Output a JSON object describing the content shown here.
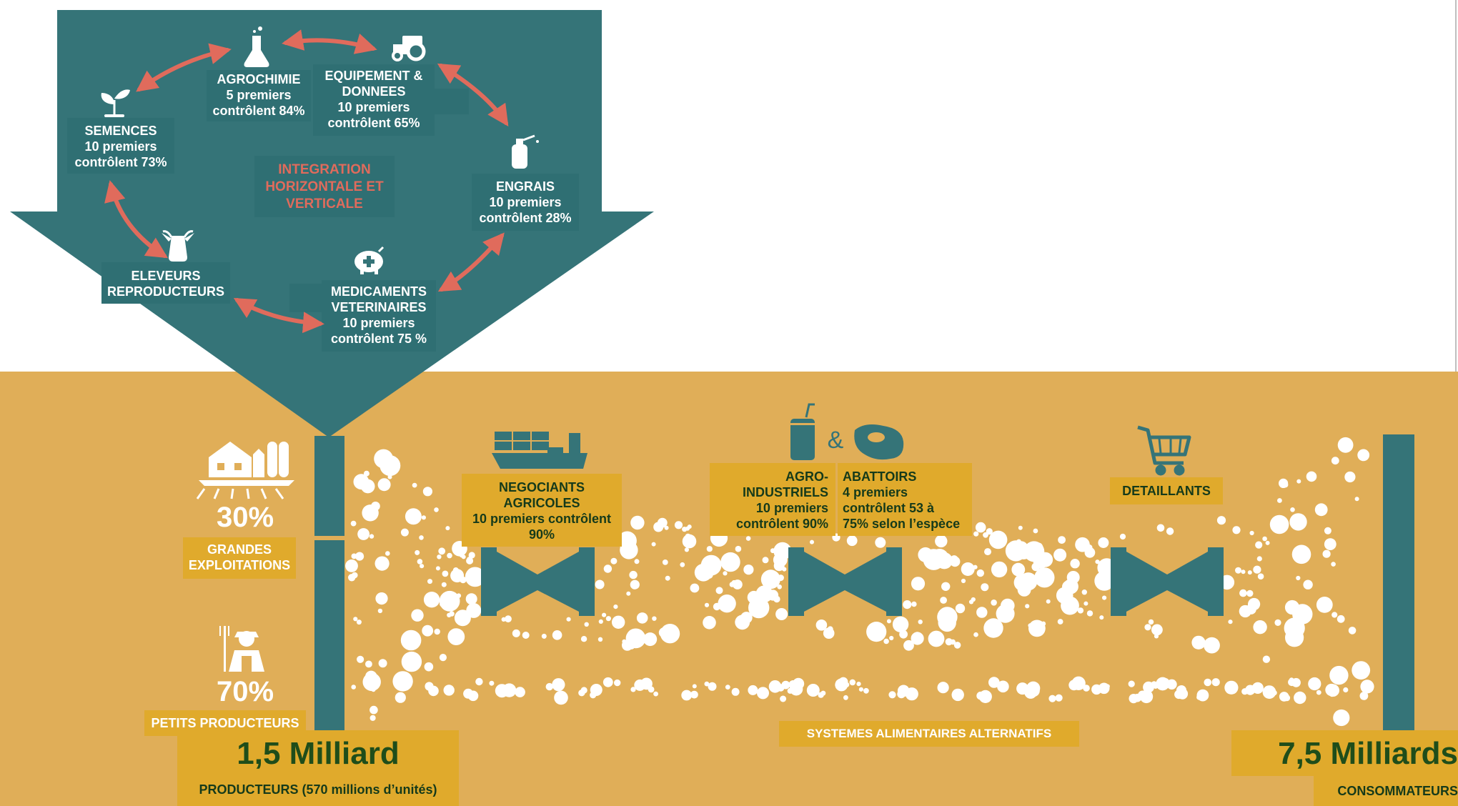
{
  "colors": {
    "teal": "#357478",
    "teal_box": "#2f6f73",
    "gold_bg": "#e0ae58",
    "gold_box": "#e0aa2c",
    "salmon": "#e06b5c",
    "dark_green": "#153a1a",
    "white": "#ffffff"
  },
  "cycle": {
    "center_title": "INTEGRATION HORIZONTALE ET VERTICALE",
    "center_lines": [
      "INTEGRATION",
      "HORIZONTALE ET",
      "VERTICALE"
    ],
    "nodes": [
      {
        "id": "semences",
        "icon": "sprout-icon",
        "lines": [
          "SEMENCES",
          "10 premiers",
          "contrôlent 73%"
        ]
      },
      {
        "id": "agrochimie",
        "icon": "flask-icon",
        "lines": [
          "AGROCHIMIE",
          "5 premiers",
          "contrôlent 84%"
        ]
      },
      {
        "id": "equipement",
        "icon": "tractor-icon",
        "lines": [
          "EQUIPEMENT &",
          "DONNEES",
          "10 premiers",
          "contrôlent 65%"
        ]
      },
      {
        "id": "engrais",
        "icon": "sprayer-icon",
        "lines": [
          "ENGRAIS",
          "10 premiers",
          "contrôlent 28%"
        ]
      },
      {
        "id": "medicaments",
        "icon": "piggy-medical-icon",
        "lines": [
          "MEDICAMENTS",
          "VETERINAIRES",
          "10 premiers",
          "contrôlent 75 %"
        ]
      },
      {
        "id": "eleveurs",
        "icon": "cow-icon",
        "lines": [
          "ELEVEURS",
          "REPRODUCTEURS"
        ]
      }
    ]
  },
  "producers": {
    "large_pct": "30%",
    "large_label": [
      "GRANDES",
      "EXPLOITATIONS"
    ],
    "large_icon": "farm-buildings-icon",
    "small_pct": "70%",
    "small_label": "PETITS PRODUCTEURS",
    "small_icon": "farmer-icon",
    "total": "1,5 Milliard",
    "total_label": "PRODUCTEURS  (570 millions d’unités)"
  },
  "chain": [
    {
      "id": "negociants",
      "icon": "cargo-ship-icon",
      "lines": [
        "NEGOCIANTS",
        "AGRICOLES",
        "10 premiers contrôlent",
        "90%"
      ]
    },
    {
      "id": "agro",
      "icon": "can-icon",
      "lines": [
        "AGRO-",
        "INDUSTRIELS",
        "10 premiers",
        "contrôlent 90%"
      ]
    },
    {
      "id": "abattoirs",
      "icon": "steak-icon",
      "lines": [
        "ABATTOIRS",
        "4 premiers",
        "contrôlent 53  à",
        "75% selon l’espèce"
      ]
    },
    {
      "id": "detaillants",
      "icon": "cart-icon",
      "lines": [
        "DETAILLANTS"
      ]
    }
  ],
  "ampersand": "&",
  "alternatives": "SYSTEMES ALIMENTAIRES ALTERNATIFS",
  "consumers": {
    "total": "7,5 Milliards",
    "label": "CONSOMMATEURS"
  }
}
